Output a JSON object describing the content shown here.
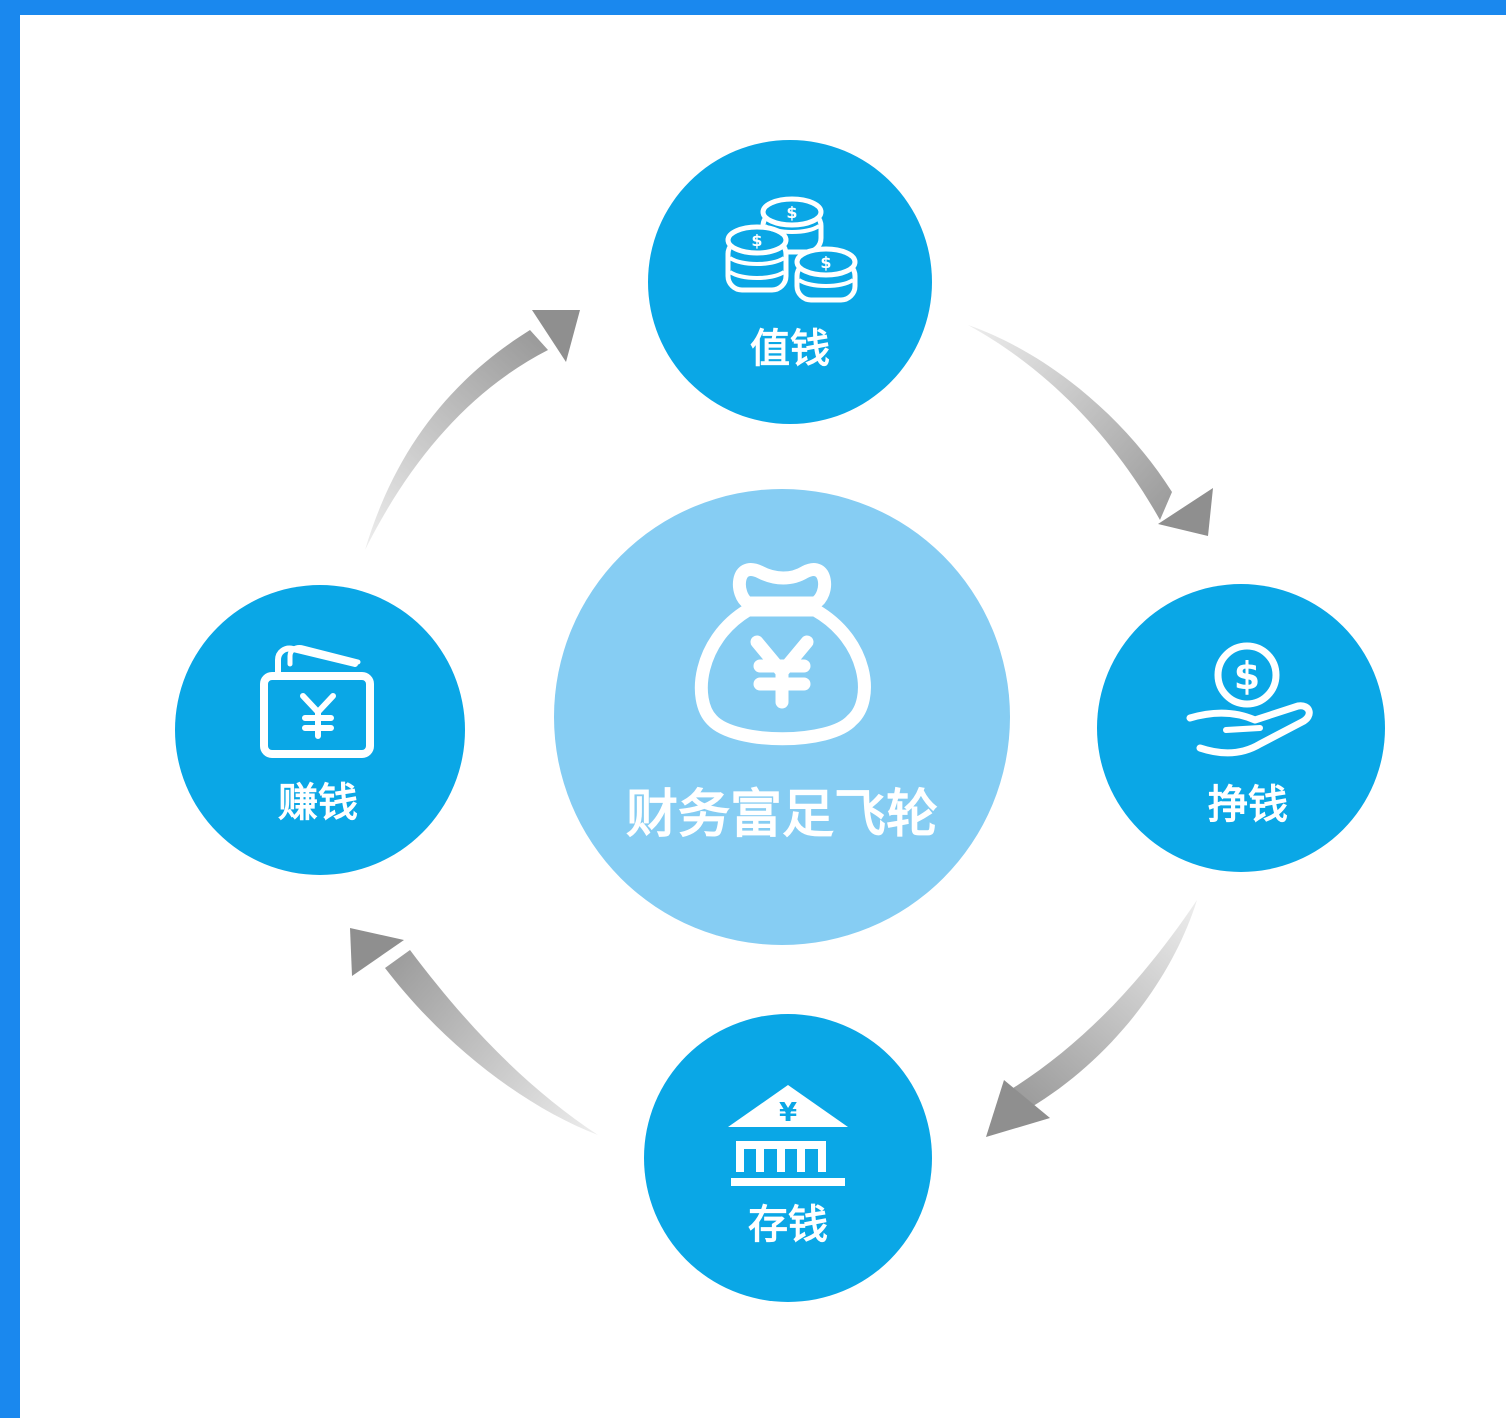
{
  "center": {
    "title": "财务富足飞轮",
    "icon": "money-bag-yuan-icon"
  },
  "nodes": [
    {
      "key": "top",
      "label": "值钱",
      "icon": "coin-stacks-icon"
    },
    {
      "key": "right",
      "label": "挣钱",
      "icon": "hand-dollar-icon"
    },
    {
      "key": "bottom",
      "label": "存钱",
      "icon": "bank-yuan-icon"
    },
    {
      "key": "left",
      "label": "赚钱",
      "icon": "wallet-yuan-icon"
    }
  ],
  "colors": {
    "frame": "#1a88ee",
    "background": "#ffffff",
    "node": "#0aa7e6",
    "center": "#86cdf3",
    "arrow": "#9a9a9a"
  }
}
